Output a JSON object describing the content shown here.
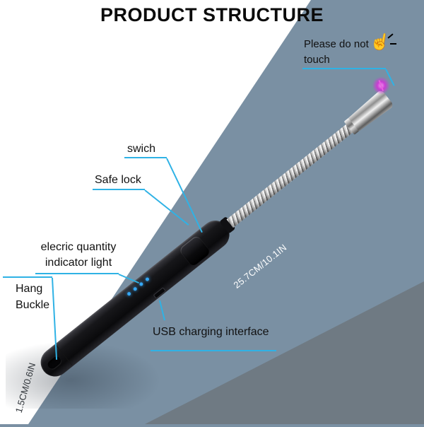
{
  "title": "PRODUCT STRUCTURE",
  "callouts": {
    "touch": "Please do not touch",
    "switch": "swich",
    "safe_lock": "Safe lock",
    "indicator": "elecric quantity indicator light",
    "hang_buckle": "Hang Buckle",
    "usb": "USB charging interface"
  },
  "dimensions": {
    "length": "25.7CM/10.1IN",
    "diameter": "1.5CM/0.6IN"
  },
  "icons": {
    "touch_icon": "☝"
  },
  "colors": {
    "leader_line": "#2FB2E5",
    "background_white": "#FFFFFF",
    "background_slate": "#7A90A3",
    "background_dark": "#6F7A83",
    "led": "#35A7F5",
    "spark": "#C93BD4",
    "label_text": "#111111"
  }
}
